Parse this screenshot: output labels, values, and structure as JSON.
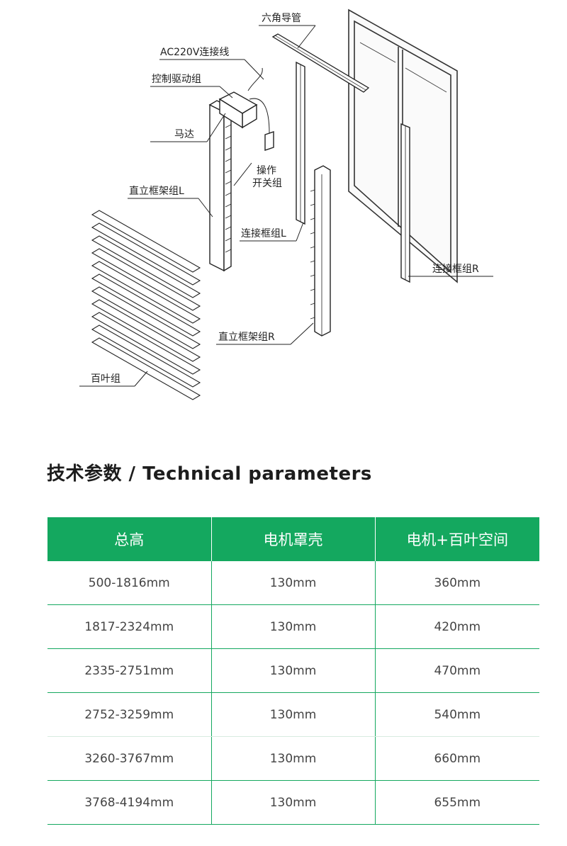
{
  "diagram": {
    "labels": {
      "hex_guide_tube": "六角导管",
      "ac_cable": "AC220V连接线",
      "control_drive": "控制驱动组",
      "motor": "马达",
      "switch_line1": "操作",
      "switch_line2": "开关组",
      "frame_left": "直立框架组L",
      "connector_left": "连接框组L",
      "connector_right": "连接框组R",
      "frame_right": "直立框架组R",
      "louver": "百叶组"
    }
  },
  "section": {
    "title": "技术参数 / Technical parameters"
  },
  "table": {
    "headers": [
      "总高",
      "电机罩壳",
      "电机+百叶空间"
    ],
    "rows": [
      [
        "500-1816mm",
        "130mm",
        "360mm"
      ],
      [
        "1817-2324mm",
        "130mm",
        "420mm"
      ],
      [
        "2335-2751mm",
        "130mm",
        "470mm"
      ],
      [
        "2752-3259mm",
        "130mm",
        "540mm"
      ],
      [
        "3260-3767mm",
        "130mm",
        "660mm"
      ],
      [
        "3768-4194mm",
        "130mm",
        "655mm"
      ]
    ],
    "accent_color": "#14a85f"
  }
}
